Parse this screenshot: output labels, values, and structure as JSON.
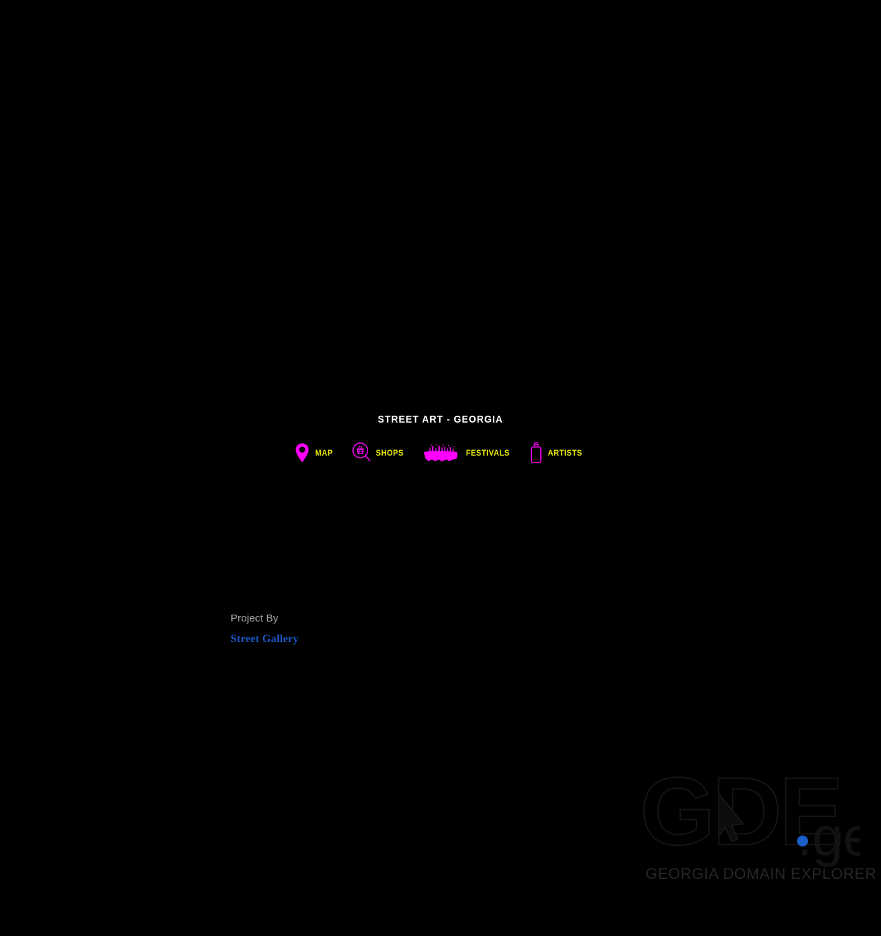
{
  "page": {
    "background_color": "#000000",
    "title": "STREET ART - GEORGIA"
  },
  "hero": {
    "title": "STREET ART - GEORGIA",
    "title_color": "#ffffff"
  },
  "nav": {
    "label_color": "#e8e800",
    "icon_color": "#ff00ff",
    "items": [
      {
        "label": "MAP",
        "icon": "map-pin-icon"
      },
      {
        "label": "SHOPS",
        "icon": "basket-magnifier-icon"
      },
      {
        "label": "FESTIVALS",
        "icon": "festival-crowd-icon"
      },
      {
        "label": "ARTISTS",
        "icon": "spray-can-icon"
      }
    ]
  },
  "credit": {
    "label": "Project By",
    "label_color": "#a6a6a6",
    "link_text": "Street Gallery",
    "link_color": "#1a56c4"
  },
  "watermark": {
    "logo_text": "GDE",
    "logo_suffix": ".ge",
    "subtitle": "GEORGIA DOMAIN EXPLORER",
    "logo_color": "#121212",
    "dot_color": "#1a5fc8",
    "subtitle_color": "#262626"
  }
}
